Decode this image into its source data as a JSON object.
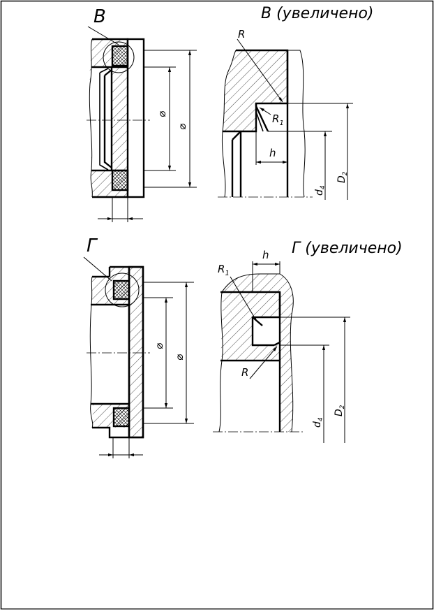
{
  "views": {
    "v": {
      "label": "В"
    },
    "v_zoom": {
      "label": "В (увеличено)"
    },
    "g": {
      "label": "Г"
    },
    "g_zoom": {
      "label": "Г (увеличено)"
    }
  },
  "dims": {
    "diam": "⌀",
    "r": "R",
    "r1_base": "R",
    "r1_sub": "1",
    "h": "h",
    "d4_base": "d",
    "d4_sub": "4",
    "d2_base": "D",
    "d2_sub": "2"
  },
  "colors": {
    "ink": "#000000",
    "paper": "#ffffff"
  }
}
